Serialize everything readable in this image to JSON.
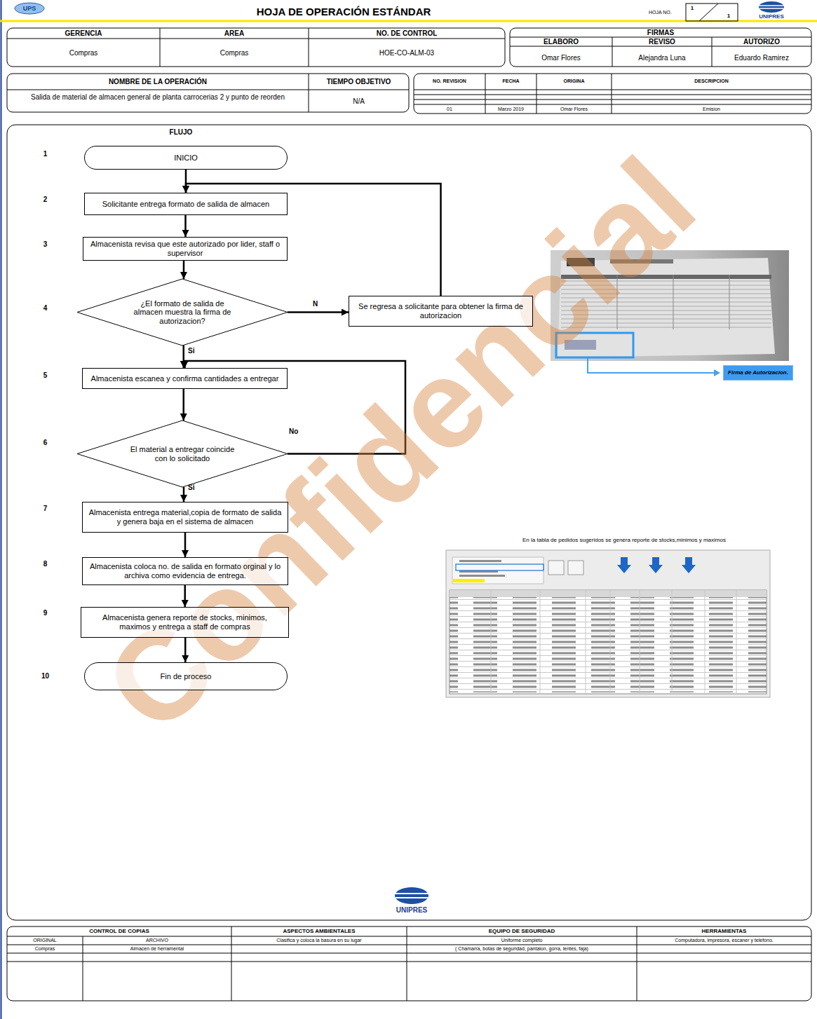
{
  "diagram": {
    "title": "HOJA DE OPERACIÓN ESTÁNDAR",
    "nodes": [
      {
        "text": [
          "INICIO"
        ]
      },
      {
        "text": [
          "Solicitante entrega formato de salida de almacen"
        ]
      },
      {
        "text": [
          "Almacenista revisa que este autorizado por lider, staff o supervisor"
        ]
      },
      {
        "text": [
          "¿El formato de salida de almacen muestra la firma de autorizacion?"
        ]
      },
      {
        "text": [
          "Se regresa a solicitante para obtener la firma de autorizacion"
        ]
      },
      {
        "text": [
          "Almacenista escanea y confirma cantidades a entregar"
        ]
      },
      {
        "text": [
          "El material a entregar coincide con lo solicitado"
        ]
      },
      {
        "text": [
          "Almacenista entrega material,copia de formato de salida y genera baja en el sistema de almacen"
        ]
      },
      {
        "text": [
          "Almacenista coloca no. de salida en formato orginal y lo archiva como evidencia de entrega."
        ]
      },
      {
        "text": [
          "Almacenista genera reporte de stocks, minimos, maximos y entrega a staff de compras"
        ]
      },
      {
        "text": [
          "Fin de proceso"
        ]
      },
      {
        "text": [
          "Firma de Autorizacion."
        ]
      }
    ],
    "edges": [
      {
        "from": 0,
        "to": 1,
        "arrow": "to"
      },
      {
        "from": 1,
        "to": 2,
        "arrow": "to"
      },
      {
        "from": 2,
        "to": 3,
        "arrow": "to"
      },
      {
        "from": 3,
        "to": 4,
        "label": "N",
        "arrow": "to"
      },
      {
        "from": 4,
        "to": 1,
        "arrow": "to"
      },
      {
        "from": 3,
        "to": 5,
        "label": "Si",
        "arrow": "to"
      },
      {
        "from": 5,
        "to": 6,
        "arrow": "to"
      },
      {
        "from": 6,
        "to": 5,
        "label": "No",
        "arrow": "to"
      },
      {
        "from": 6,
        "to": 7,
        "label": "Si",
        "arrow": "to"
      },
      {
        "from": 7,
        "to": 8,
        "arrow": "to"
      },
      {
        "from": 8,
        "to": 9,
        "arrow": "to"
      },
      {
        "from": 9,
        "to": 10,
        "arrow": "to"
      }
    ],
    "labels": [
      "UPS",
      "HOJA NO.",
      "1",
      "1",
      "UNIPRES",
      "GERENCIA",
      "AREA",
      "NO. DE CONTROL",
      "Compras",
      "Compras",
      "HOE-CO-ALM-03",
      "FIRMAS",
      "ELABORO",
      "REVISO",
      "AUTORIZO",
      "Omar Flores",
      "Alejandra Luna",
      "Eduardo Ramirez",
      "NOMBRE DE LA OPERACIÓN",
      "TIEMPO OBJETIVO",
      "Salida de material de almacen general de planta carrocerias 2 y punto de reorden",
      "N/A",
      "NO. REVISION",
      "FECHA",
      "ORIGINA",
      "DESCRIPCION",
      "01",
      "Marzo 2019",
      "Omar Flores",
      "Emision",
      "FLUJO",
      "1",
      "2",
      "3",
      "4",
      "5",
      "6",
      "7",
      "8",
      "9",
      "10",
      "En la tabla de pedidos sugeridos se genera reporte de stocks,minimos y maximos",
      "UNIPRES",
      "CONTROL DE COPIAS",
      "ASPECTOS AMBIENTALES",
      "EQUIPO DE SEGURIDAD",
      "HERRAMIENTAS",
      "ORIGINAL",
      "ARCHIVO",
      "Compras",
      "Almacen de herramental",
      "Clasifica y coloca la basura en su lugar",
      "Uniforme completo",
      "( Chamarra, botas de seguridad, pantalon, gorra, lentes, faja)",
      "Computadora, impresora, escaner y telefono.",
      "Confidencial"
    ]
  }
}
